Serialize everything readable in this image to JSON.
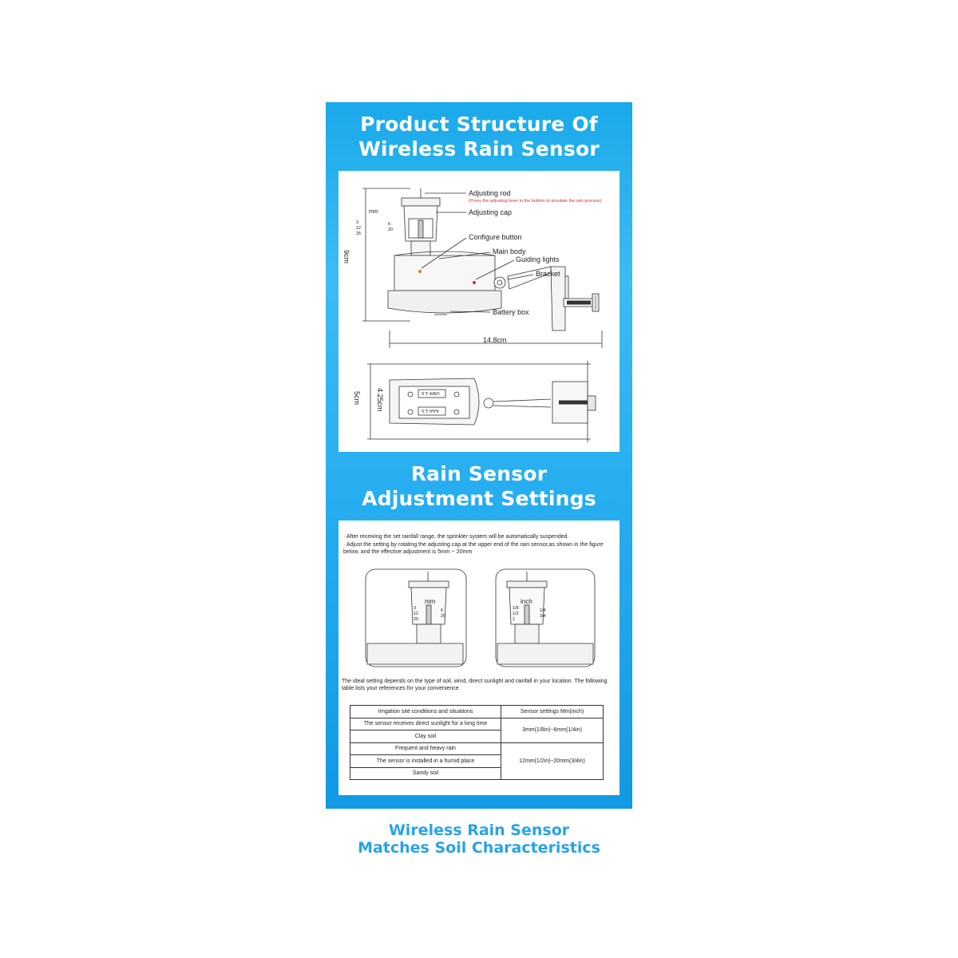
{
  "panel": {
    "title1_line1": "Product Structure Of",
    "title1_line2": "Wireless Rain Sensor",
    "title2_line1": "Rain Sensor",
    "title2_line2": "Adjustment Settings"
  },
  "structure": {
    "labels": {
      "adjusting_rod": "Adjusting rod",
      "adjusting_rod_note": "(Press the adjusting lever to the bottom to simulate the rain process)",
      "adjusting_cap": "Adjusting cap",
      "configure_button": "Configure button",
      "main_body": "Main body",
      "guiding_lights": "Guiding lights",
      "bracket": "Bracket",
      "battery_box": "Battery box"
    },
    "dimensions": {
      "height": "9cm",
      "width": "14.8cm",
      "depth_outer": "5cm",
      "depth_inner": "4.25cm"
    },
    "scale": {
      "unit": "mm",
      "left": [
        "3",
        "12",
        "25"
      ],
      "right": [
        "6",
        "20"
      ]
    },
    "batteries": [
      "UM4 1.5",
      "AAA 1.5"
    ]
  },
  "adjustment": {
    "bullet1": "· After receiving the set rainfall range, the sprinkler system will be automatically suspended.",
    "bullet2": "· Adjust the setting by rotating the adjusting cap at the upper end of the rain sensor,as shown in the figure below, and the effective adjustment is 5mm ~ 20mm",
    "mm_cap": {
      "unit": "mm",
      "left": [
        "3",
        "12",
        "25"
      ],
      "right": [
        "6",
        "20"
      ]
    },
    "inch_cap": {
      "unit": "inch",
      "left": [
        "1/8",
        "1/2",
        "1"
      ],
      "right": [
        "1/4",
        "3/4"
      ]
    },
    "paragraph": "The ideal setting depends on the type of soil, wind, direct sunlight and rainfall in your location. The following table lists your references for your convenience.",
    "table": {
      "header": [
        "Irrigation site conditions and situations",
        "Sensor settings Mm(inch)"
      ],
      "group1_conditions": [
        "The sensor receives direct sunlight for a long time",
        "Clay soil"
      ],
      "group1_setting": "3mm(1/8in)~6mm(1/4in)",
      "group2_conditions": [
        "Frequent and heavy rain",
        "The sensor is installed in a humid place",
        "Sandy soil"
      ],
      "group2_setting": "12mm(1/2in)~20mm(3/4in)"
    }
  },
  "footer": {
    "line1": "Wireless Rain Sensor",
    "line2": "Matches Soil Characteristics"
  },
  "colors": {
    "panel_blue": "#27aef0",
    "footer_blue": "#27a3e6",
    "note_red": "#d03030"
  }
}
